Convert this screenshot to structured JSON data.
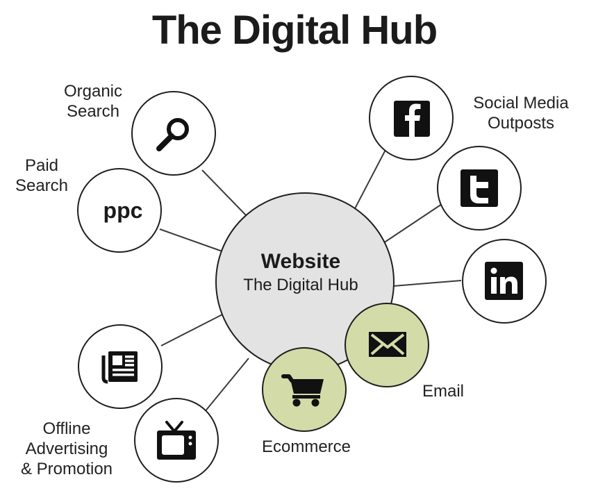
{
  "title": "The Digital Hub",
  "hub": {
    "title": "Website",
    "subtitle": "The Digital Hub"
  },
  "nodes": {
    "organic_search": {
      "label_line1": "Organic",
      "label_line2": "Search",
      "icon": "search-icon"
    },
    "paid_search": {
      "label_line1": "Paid",
      "label_line2": "Search",
      "icon_text": "ppc"
    },
    "social_media": {
      "label_line1": "Social Media",
      "label_line2": "Outposts",
      "icons": [
        "facebook-icon",
        "twitter-icon",
        "linkedin-icon"
      ]
    },
    "email": {
      "label": "Email",
      "icon": "envelope-icon"
    },
    "ecommerce": {
      "label": "Ecommerce",
      "icon": "shopping-cart-icon"
    },
    "offline": {
      "label_line1": "Offline",
      "label_line2": "Advertising",
      "label_line3": "& Promotion",
      "icons": [
        "newspaper-icon",
        "tv-icon"
      ]
    }
  },
  "colors": {
    "hub_fill": "#e3e3e3",
    "highlight_fill": "#d3dba8",
    "node_fill": "#ffffff",
    "stroke": "#1e1e1e"
  }
}
